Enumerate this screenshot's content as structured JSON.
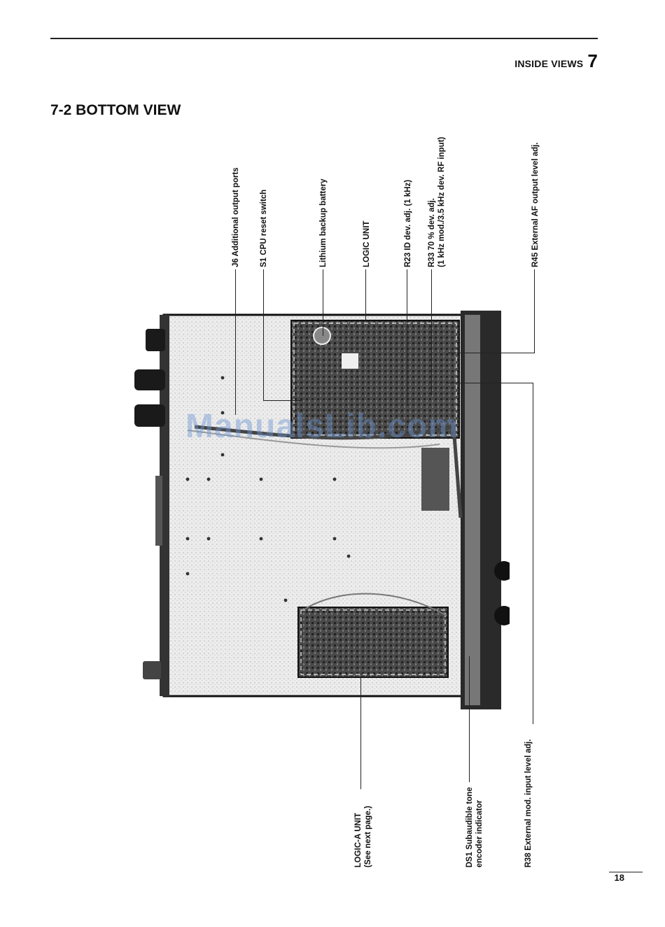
{
  "header": {
    "section_label": "INSIDE VIEWS",
    "section_number": "7"
  },
  "title": "7-2 BOTTOM VIEW",
  "labels_top": [
    {
      "id": "j6",
      "line1": "J6 Additional output ports"
    },
    {
      "id": "s1",
      "line1": "S1 CPU reset switch"
    },
    {
      "id": "battery",
      "line1": "Lithium backup battery"
    },
    {
      "id": "logic",
      "line1": "LOGIC UNIT"
    },
    {
      "id": "r23",
      "line1": "R23 ID dev. adj. (1 kHz)"
    },
    {
      "id": "r33",
      "line1": "R33 70 % dev. adj.",
      "line2": "(1 kHz mod./3.5 kHz dev. RF input)"
    },
    {
      "id": "r45",
      "line1": "R45 External AF output level adj."
    }
  ],
  "labels_bottom": [
    {
      "id": "logica",
      "line1": "LOGIC-A UNIT",
      "line2": "(See next page.)"
    },
    {
      "id": "ds1",
      "line1": "DS1 Subaudible tone",
      "line2": "encoder indicator"
    },
    {
      "id": "r38",
      "line1": "R38 External mod. input level adj."
    }
  ],
  "watermark": "ManualsLib.com",
  "page_number": "18"
}
